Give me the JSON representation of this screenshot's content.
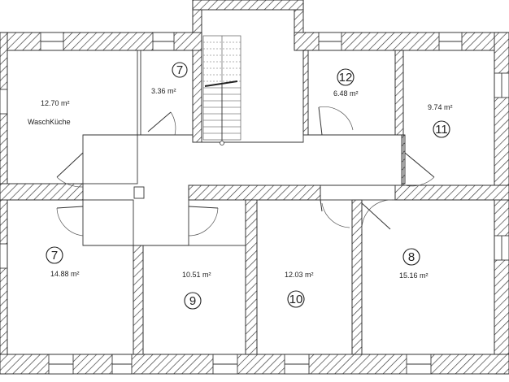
{
  "rooms": [
    {
      "id": "wasch",
      "area": "12.70 m²",
      "name": "WaschKüche",
      "number": ""
    },
    {
      "id": "wc",
      "area": "3.36 m²",
      "name": "",
      "number": "7"
    },
    {
      "id": "r12",
      "area": "6.48 m²",
      "name": "",
      "number": "12"
    },
    {
      "id": "r11",
      "area": "9.74 m²",
      "name": "",
      "number": "11"
    },
    {
      "id": "r7",
      "area": "14.88 m²",
      "name": "",
      "number": "7"
    },
    {
      "id": "r9",
      "area": "10.51 m²",
      "name": "",
      "number": "9"
    },
    {
      "id": "r10",
      "area": "12.03 m²",
      "name": "",
      "number": "10"
    },
    {
      "id": "r8",
      "area": "15.16 m²",
      "name": "",
      "number": "8"
    }
  ]
}
